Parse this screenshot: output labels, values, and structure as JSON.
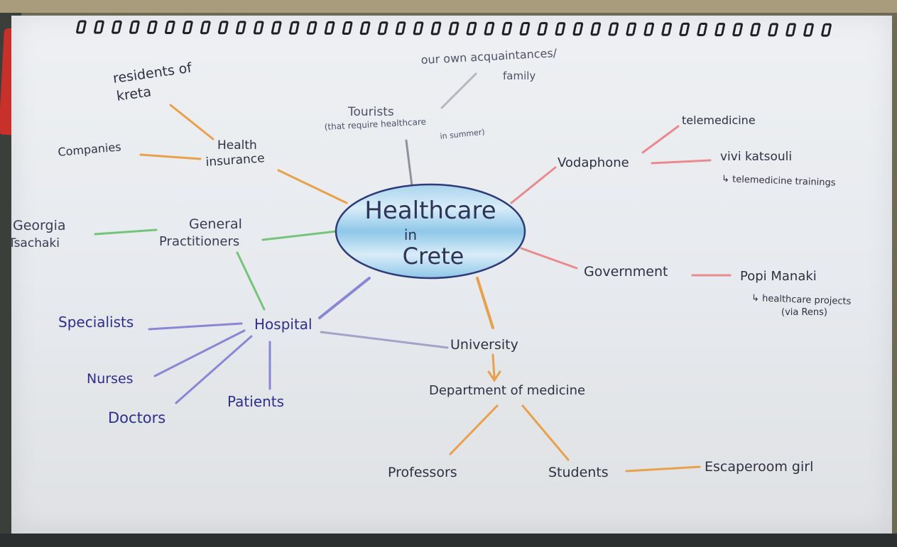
{
  "center": {
    "line1": "Healthcare",
    "line2": "in",
    "line3": "Crete"
  },
  "nodes": {
    "health_insurance": {
      "line1": "Health",
      "line2": "insurance"
    },
    "residents": {
      "line1": "residents of",
      "line2": "kreta"
    },
    "companies": "Companies",
    "tourists": {
      "line1": "Tourists",
      "line2": "(that require healthcare",
      "line3": "in summer)"
    },
    "acquaintances": {
      "line1": "our own acquaintances/",
      "line2": "family"
    },
    "vodaphone": "Vodaphone",
    "telemedicine": "telemedicine",
    "vivi": {
      "line1": "vivi katsouli",
      "line2": "↳ telemedicine trainings"
    },
    "general_practitioners": {
      "line1": "General",
      "line2": "Practitioners"
    },
    "georgia": {
      "line1": "Georgia",
      "line2": "Tsachaki"
    },
    "government": "Government",
    "popi": {
      "line1": "Popi Manaki",
      "line2": "↳ healthcare projects",
      "line3": "(via Rens)"
    },
    "hospital": "Hospital",
    "specialists": "Specialists",
    "nurses": "Nurses",
    "doctors": "Doctors",
    "patients": "Patients",
    "university": "University",
    "department": "Department of medicine",
    "professors": "Professors",
    "students": "Students",
    "escaperoom": "Escaperoom girl"
  },
  "colors": {
    "orange": "#e8a14a",
    "pink": "#e88a8e",
    "green": "#74c47a",
    "purple": "#8a86d6",
    "grey": "#9a9ca2",
    "blue": "#6fb6dc"
  }
}
